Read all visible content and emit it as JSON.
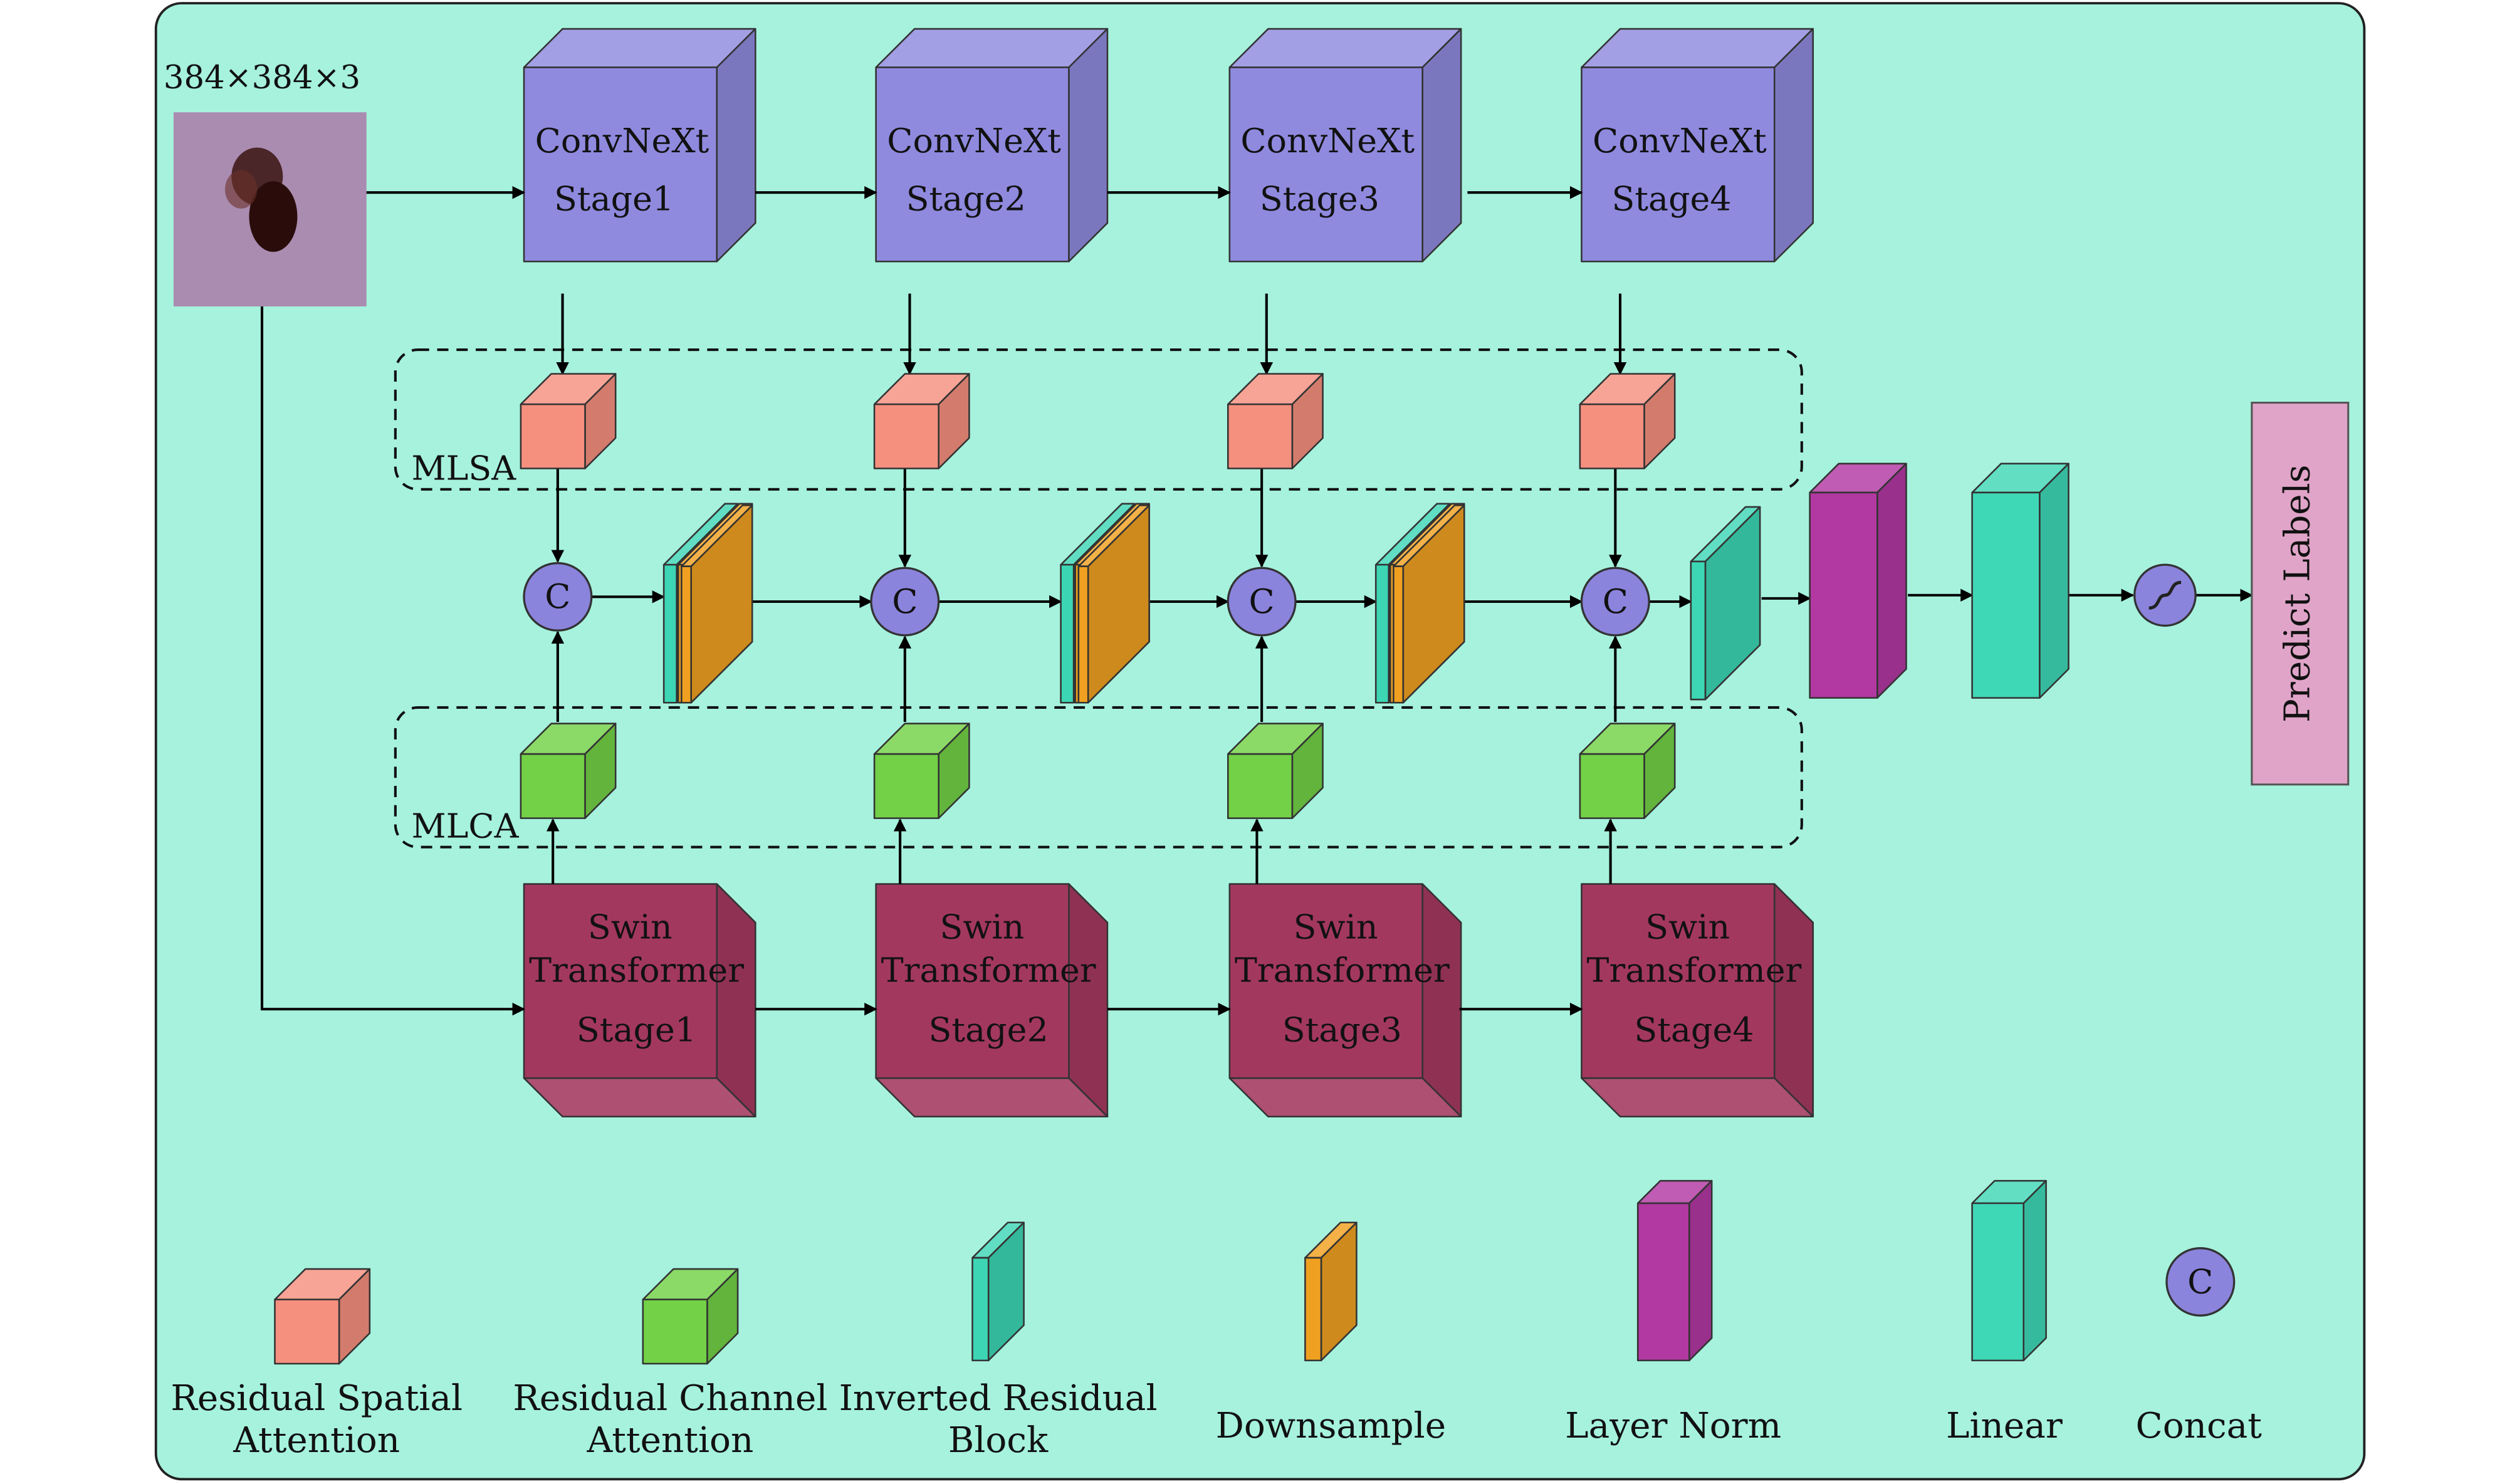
{
  "input": {
    "size_label": "384×384×3"
  },
  "convnext": {
    "name": "ConvNeXt",
    "stages": [
      "Stage1",
      "Stage2",
      "Stage3",
      "Stage4"
    ]
  },
  "swin": {
    "name_line1": "Swin",
    "name_line2": "Transformer",
    "stages": [
      "Stage1",
      "Stage2",
      "Stage3",
      "Stage4"
    ]
  },
  "groups": {
    "spatial": "MLSA",
    "channel": "MLCA"
  },
  "concat_symbol": "C",
  "output": {
    "label": "Predict  Labels"
  },
  "legend": [
    {
      "key": "rsa",
      "lines": [
        "Residual Spatial",
        "Attention"
      ]
    },
    {
      "key": "rca",
      "lines": [
        "Residual Channel",
        "Attention"
      ]
    },
    {
      "key": "irb",
      "lines": [
        "Inverted Residual",
        "Block"
      ]
    },
    {
      "key": "ds",
      "lines": [
        "Downsample"
      ]
    },
    {
      "key": "ln",
      "lines": [
        "Layer Norm"
      ]
    },
    {
      "key": "lin",
      "lines": [
        "Linear"
      ]
    },
    {
      "key": "cat",
      "lines": [
        "Concat"
      ]
    }
  ],
  "colors": {
    "background": "#a6f2dd",
    "convnext": "#8f8ade",
    "swin": "#a3385e",
    "spatial_attention": "#f5907f",
    "channel_attention": "#72d146",
    "inverted_residual": "#3dd6b4",
    "downsample": "#f0a020",
    "layer_norm": "#b238a2",
    "linear": "#3fd8b6",
    "concat": "#8a84dc",
    "predict": "#e0a4c8"
  }
}
